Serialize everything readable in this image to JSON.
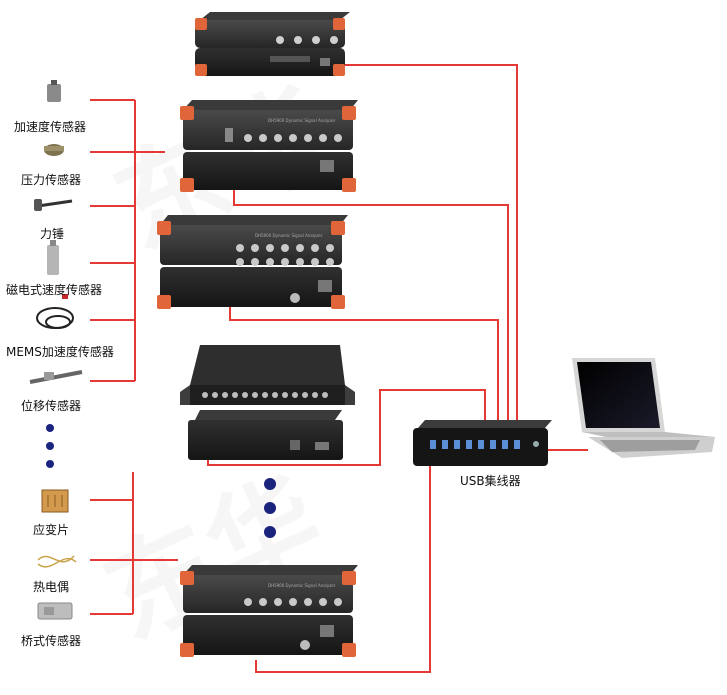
{
  "sensors_group1": [
    {
      "label": "加速度传感器",
      "icon": "accelerometer-icon"
    },
    {
      "label": "压力传感器",
      "icon": "pressure-sensor-icon"
    },
    {
      "label": "力锤",
      "icon": "force-hammer-icon"
    },
    {
      "label": "磁电式速度传感器",
      "icon": "velocity-sensor-icon"
    },
    {
      "label": "MEMS加速度传感器",
      "icon": "mems-sensor-icon"
    },
    {
      "label": "位移传感器",
      "icon": "displacement-sensor-icon"
    }
  ],
  "sensors_group2": [
    {
      "label": "应变片",
      "icon": "strain-gauge-icon"
    },
    {
      "label": "热电偶",
      "icon": "thermocouple-icon"
    },
    {
      "label": "桥式传感器",
      "icon": "bridge-sensor-icon"
    }
  ],
  "hub": {
    "label": "USB集线器"
  },
  "analyzer_title": "DH5900 Dynamic Signal Analyzer",
  "colors": {
    "wire": "#e53935",
    "device_body": "#2b2b2b",
    "device_corner": "#e0663a",
    "ellipsis_dot": "#1a237e"
  }
}
